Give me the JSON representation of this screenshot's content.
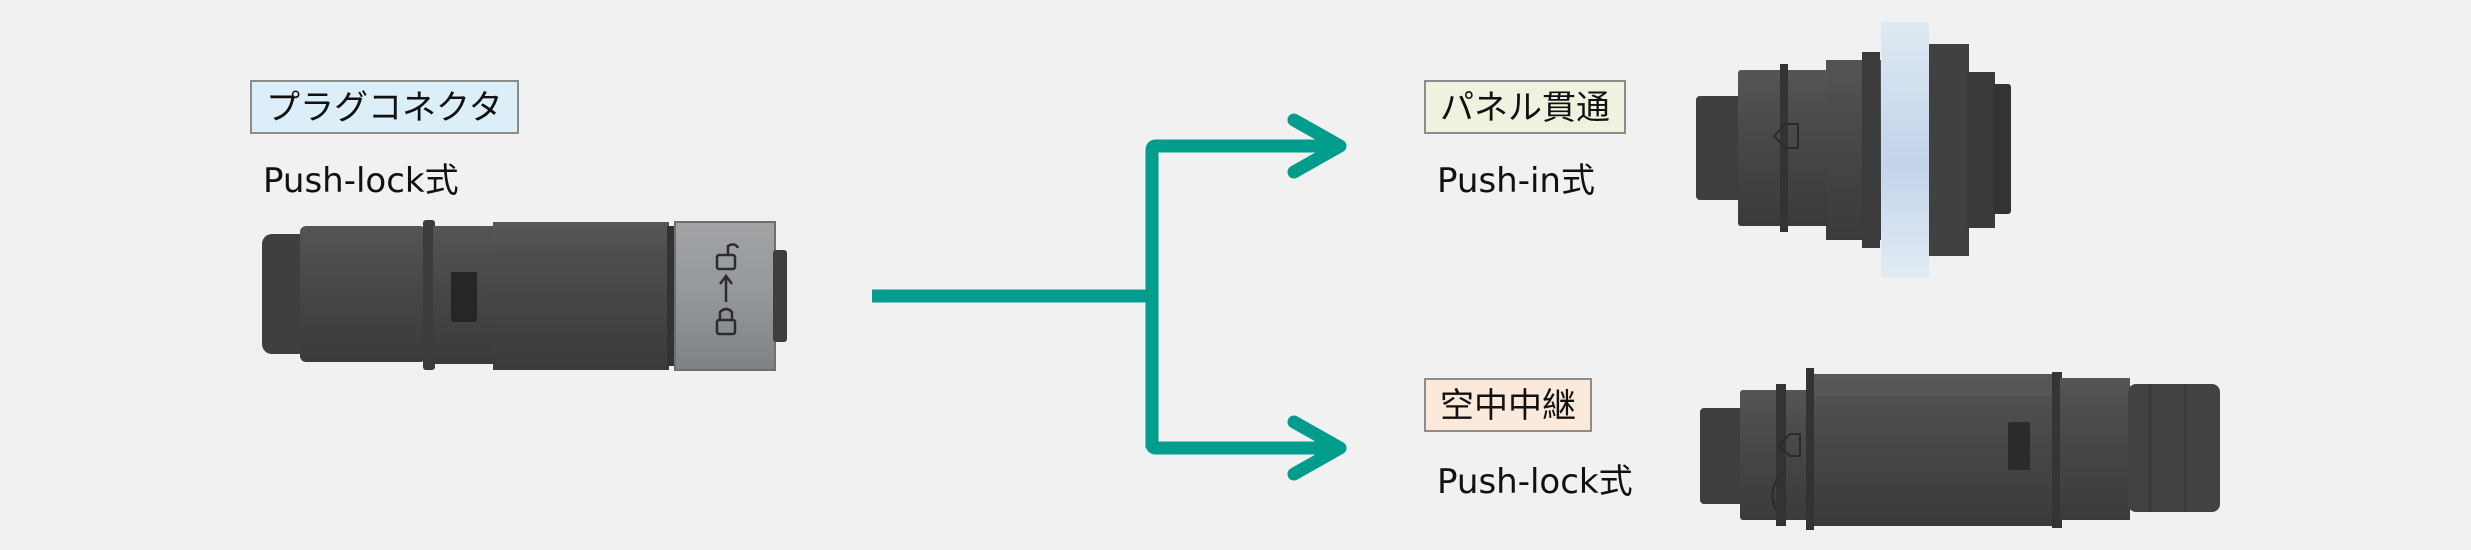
{
  "plug": {
    "label": "プラグコネクタ",
    "type": "Push-lock式",
    "label_bg": "#dceef7"
  },
  "panel": {
    "label": "パネル貫通",
    "type": "Push-in式",
    "label_bg": "#eef3e0"
  },
  "inline": {
    "label": "空中中継",
    "type": "Push-lock式",
    "label_bg": "#fbeadb"
  },
  "colors": {
    "arrow": "#009c8c",
    "connector_body": "#474747",
    "background": "#f1f1f1"
  }
}
